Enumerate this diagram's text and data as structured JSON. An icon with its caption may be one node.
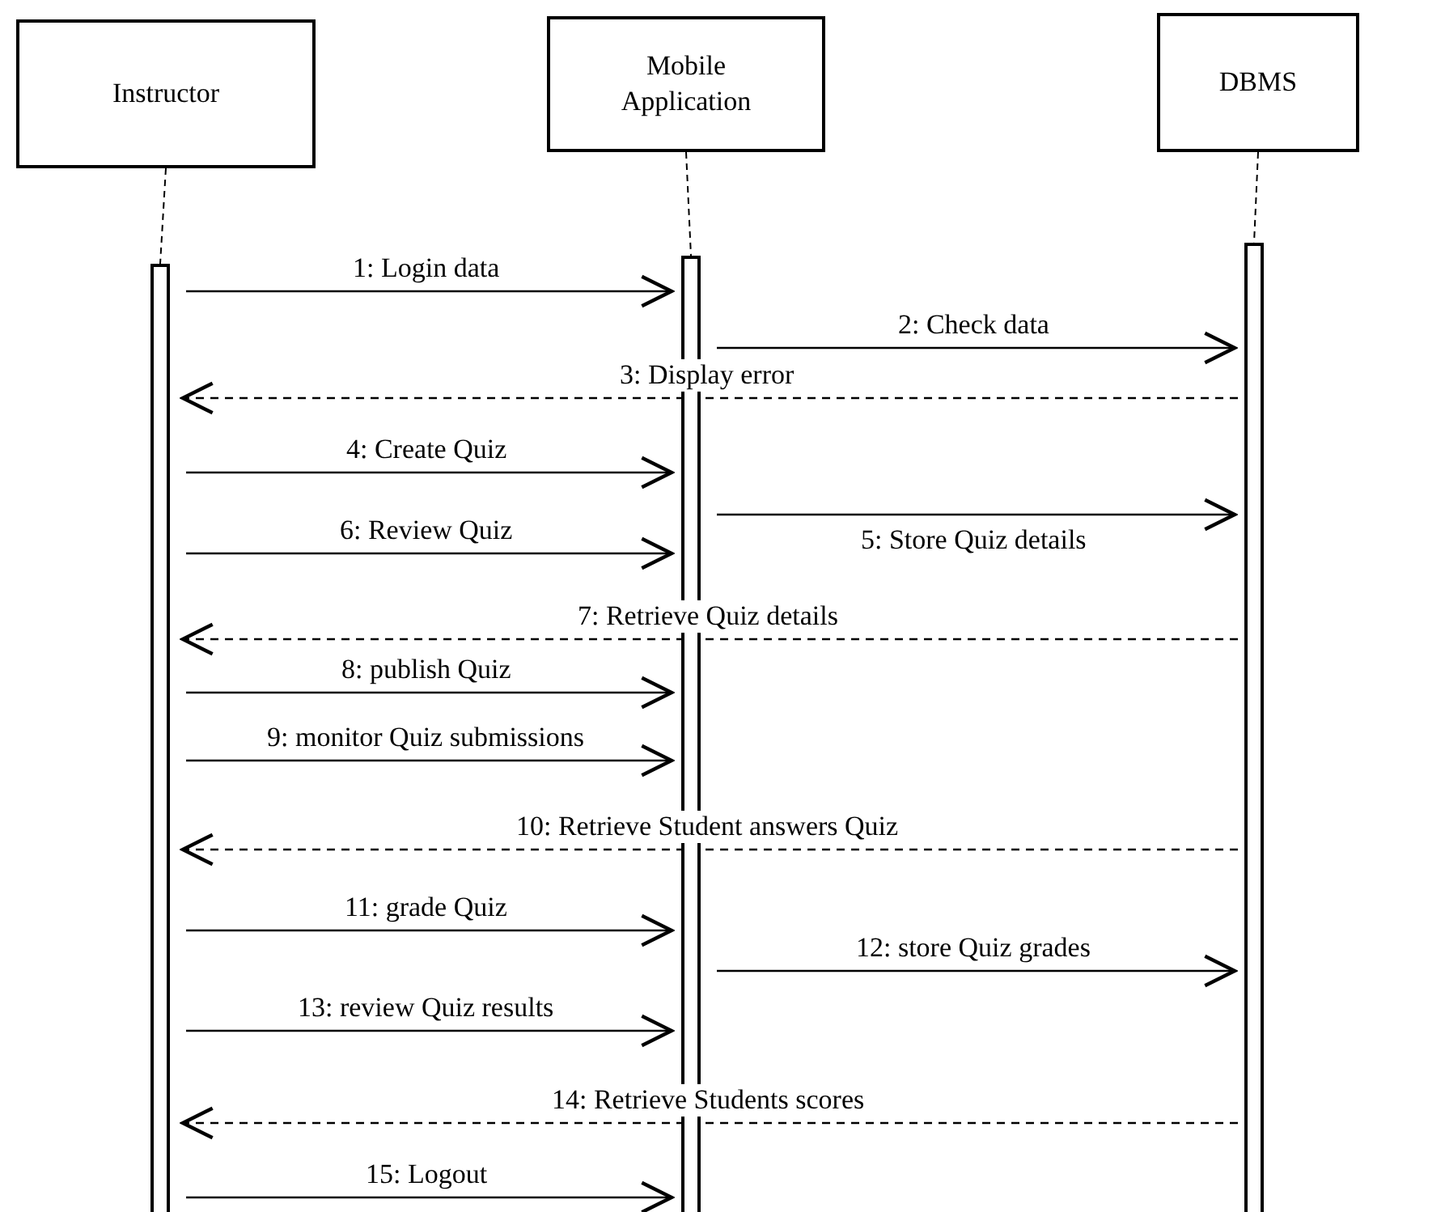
{
  "diagram": {
    "nodes": [
      {
        "text": [
          "Instructor"
        ]
      },
      {
        "text": [
          "Mobile Application"
        ]
      },
      {
        "text": [
          "DBMS"
        ]
      },
      {
        "text": [],
        "shape": "bar"
      },
      {
        "text": [],
        "shape": "bar"
      },
      {
        "text": [],
        "shape": "bar"
      }
    ],
    "edges": [
      {
        "from": 0,
        "to": 3,
        "arrow": "none",
        "style": "dashed"
      },
      {
        "from": 1,
        "to": 4,
        "arrow": "none",
        "style": "dashed"
      },
      {
        "from": 2,
        "to": 5,
        "arrow": "none",
        "style": "dashed"
      },
      {
        "from": 3,
        "to": 4,
        "arrow": "to",
        "label": "1: Login data"
      },
      {
        "from": 4,
        "to": 5,
        "arrow": "to",
        "label": "2: Check data"
      },
      {
        "from": 5,
        "to": 3,
        "arrow": "to",
        "label": "3: Display error",
        "style": "dashed"
      },
      {
        "from": 3,
        "to": 4,
        "arrow": "to",
        "label": "4: Create Quiz"
      },
      {
        "from": 4,
        "to": 5,
        "arrow": "to",
        "label": "5: Store Quiz details"
      },
      {
        "from": 3,
        "to": 4,
        "arrow": "to",
        "label": "6: Review Quiz"
      },
      {
        "from": 5,
        "to": 3,
        "arrow": "to",
        "label": "7: Retrieve Quiz details",
        "style": "dashed"
      },
      {
        "from": 3,
        "to": 4,
        "arrow": "to",
        "label": "8: publish Quiz"
      },
      {
        "from": 3,
        "to": 4,
        "arrow": "to",
        "label": "9: monitor Quiz submissions"
      },
      {
        "from": 5,
        "to": 3,
        "arrow": "to",
        "label": "10: Retrieve Student answers Quiz",
        "style": "dashed"
      },
      {
        "from": 3,
        "to": 4,
        "arrow": "to",
        "label": "11: grade Quiz"
      },
      {
        "from": 4,
        "to": 5,
        "arrow": "to",
        "label": "12: store Quiz grades"
      },
      {
        "from": 3,
        "to": 4,
        "arrow": "to",
        "label": "13: review Quiz results"
      },
      {
        "from": 5,
        "to": 3,
        "arrow": "to",
        "label": "14: Retrieve Students scores",
        "style": "dashed"
      },
      {
        "from": 3,
        "to": 4,
        "arrow": "to",
        "label": "15: Logout"
      }
    ]
  }
}
